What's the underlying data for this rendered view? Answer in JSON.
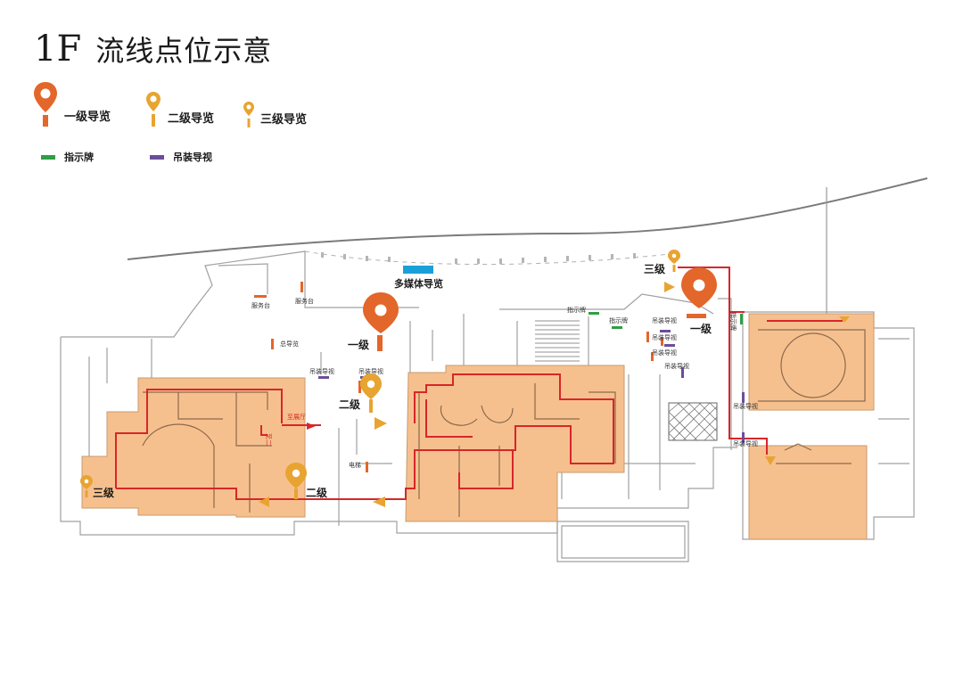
{
  "header": {
    "floor": "1F",
    "caption": "流线点位示意"
  },
  "legend": {
    "level1": {
      "label": "一级导览",
      "color": "#e3662a"
    },
    "level2": {
      "label": "二级导览",
      "color": "#e8a431"
    },
    "level3": {
      "label": "三级导览",
      "color": "#e8a431"
    },
    "sign": {
      "label": "指示牌",
      "color": "#2f9e45"
    },
    "hanging": {
      "label": "吊装导视",
      "color": "#6b4d9a"
    }
  },
  "colors": {
    "exhibit_fill": "#f6c08e",
    "route": "#d7262a",
    "wall": "#9a9a9a",
    "marker": "#e3662a",
    "guide_blue": "#1aa0d8"
  },
  "map": {
    "multimedia": "多媒体导览",
    "service_desk_1": "服务台",
    "service_desk_2": "服务台",
    "general_guide": "总导览",
    "hang_a": "吊装导视",
    "hang_b": "吊装导视",
    "hang_c": "吊装导视",
    "hang_d": "吊装导视",
    "hang_e": "吊装导视",
    "hang_f": "吊装导视",
    "hang_g": "吊装导视",
    "hang_h": "吊装导视",
    "sign_a": "指示牌",
    "sign_b": "指示牌",
    "sign_c": "指示牌",
    "elevator": "电梯",
    "to_hall": "至展厅",
    "lvl1_center": "一级",
    "lvl1_right": "一级",
    "lvl2_center": "二级",
    "lvl2_bottom": "二级",
    "lvl3_left": "三级",
    "lvl3_top": "三级",
    "small_note": "至二"
  }
}
